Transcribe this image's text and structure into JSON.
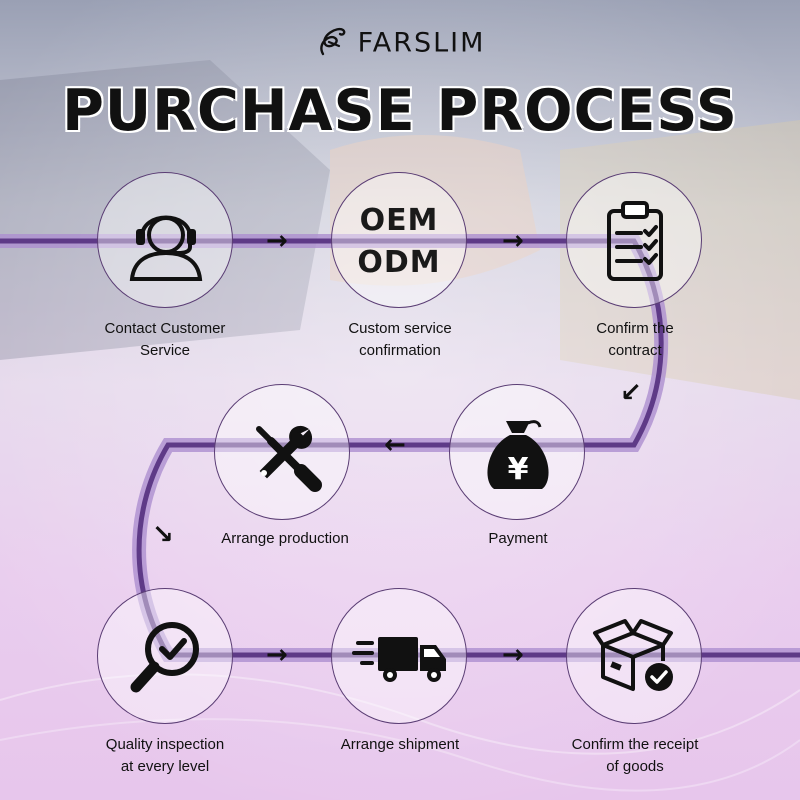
{
  "brand": {
    "name": "FARSLIM"
  },
  "title": "PURCHASE PROCESS",
  "colors": {
    "path_dark": "#5e3a87",
    "path_light": "#ad8fd0",
    "ink": "#111111"
  },
  "steps": [
    {
      "label": "Contact Customer\nService",
      "icon": "customer-service-headset-icon"
    },
    {
      "label": "Custom service\nconfirmation",
      "icon": "oem-odm-text-icon",
      "icon_text": [
        "OEM",
        "ODM"
      ]
    },
    {
      "label": "Confirm the\ncontract",
      "icon": "clipboard-checklist-icon"
    },
    {
      "label": "Payment",
      "icon": "money-bag-yuan-icon"
    },
    {
      "label": "Arrange production",
      "icon": "screwdriver-wrench-icon"
    },
    {
      "label": "Quality inspection\nat every level",
      "icon": "magnifier-check-icon"
    },
    {
      "label": "Arrange shipment",
      "icon": "delivery-truck-icon"
    },
    {
      "label": "Confirm the receipt\nof goods",
      "icon": "box-check-icon"
    }
  ],
  "arrows": [
    "→",
    "→",
    "↙",
    "←",
    "↘",
    "→",
    "→"
  ]
}
